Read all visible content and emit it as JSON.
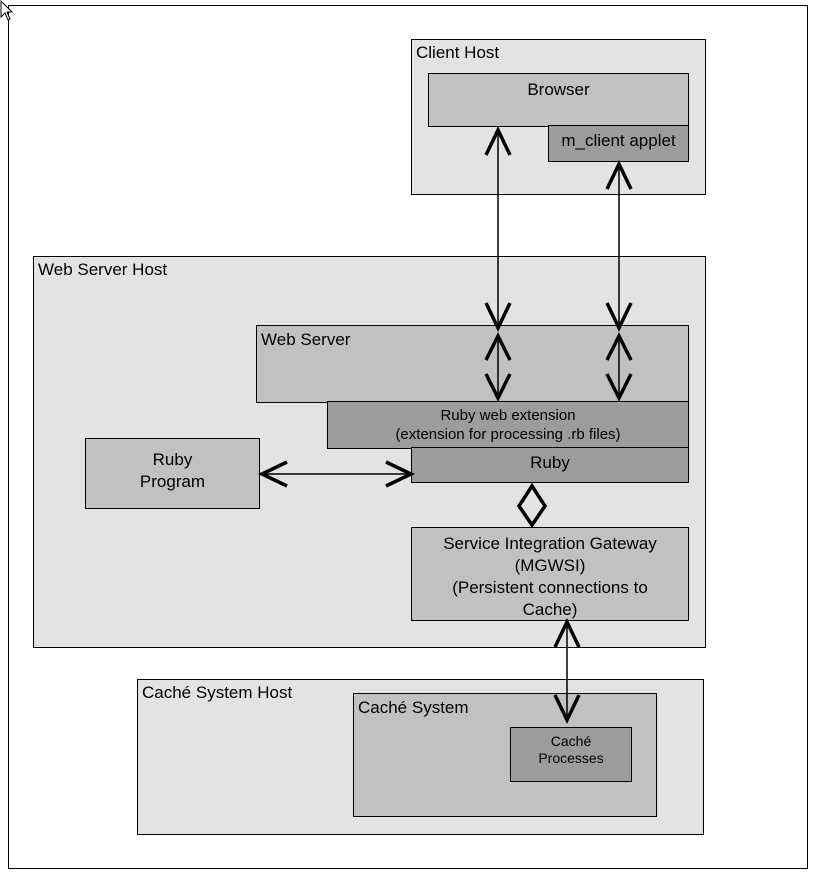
{
  "client_host": {
    "label": "Client Host",
    "browser": "Browser",
    "applet": "m_client applet"
  },
  "web_server_host": {
    "label": "Web Server Host",
    "web_server": "Web Server",
    "extension": {
      "line1": "Ruby web extension",
      "line2": "(extension for processing .rb files)"
    },
    "ruby": "Ruby",
    "ruby_program": {
      "line1": "Ruby",
      "line2": "Program"
    },
    "gateway": {
      "line1": "Service Integration Gateway",
      "line2": "(MGWSI)",
      "line3": "(Persistent connections to",
      "line4": "Cache)"
    }
  },
  "cache_host": {
    "label": "Caché System Host",
    "system": "Caché System",
    "processes": {
      "line1": "Caché",
      "line2": "Processes"
    }
  },
  "icons": {
    "cursor": "mouse-pointer-icon",
    "arrow": "bidirectional-arrow-icon"
  },
  "colors": {
    "host_fill": "#e3e3e3",
    "component_fill": "#c1c1c1",
    "dark_fill": "#9c9c9c",
    "stroke": "#000000"
  }
}
